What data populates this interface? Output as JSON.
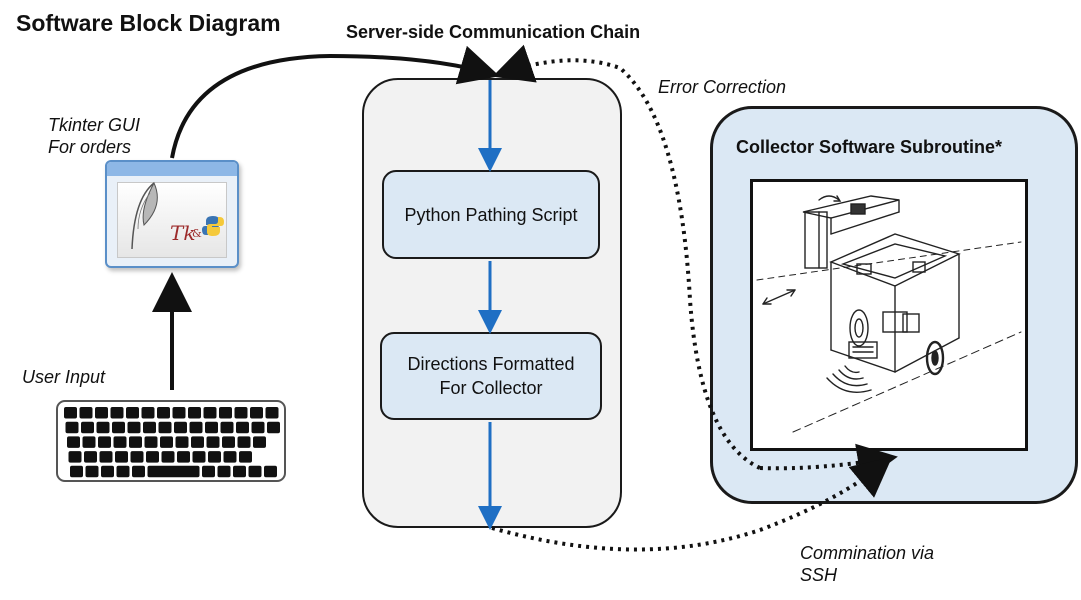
{
  "diagram": {
    "title": "Software Block Diagram",
    "server_chain_title": "Server-side Communication Chain",
    "tkinter_label": "Tkinter GUI\nFor orders",
    "tkinter_logo_text": "Tk",
    "tkinter_logo_amp": "&",
    "user_input_label": "User Input",
    "error_correction_label": "Error Correction",
    "pathing_box": "Python Pathing Script",
    "directions_box": "Directions Formatted For Collector",
    "collector_title": "Collector Software Subroutine*",
    "ssh_label": "Commination via\nSSH",
    "icons": [
      "tkinter-window-icon",
      "feather-icon",
      "python-logo-icon",
      "keyboard-icon",
      "collector-robot-sketch"
    ],
    "colors": {
      "flow_arrow": "#1f6fc4",
      "box_fill": "#dbe8f4",
      "server_panel_fill": "#f2f2f2",
      "collector_panel_fill": "#dbe8f4"
    }
  }
}
